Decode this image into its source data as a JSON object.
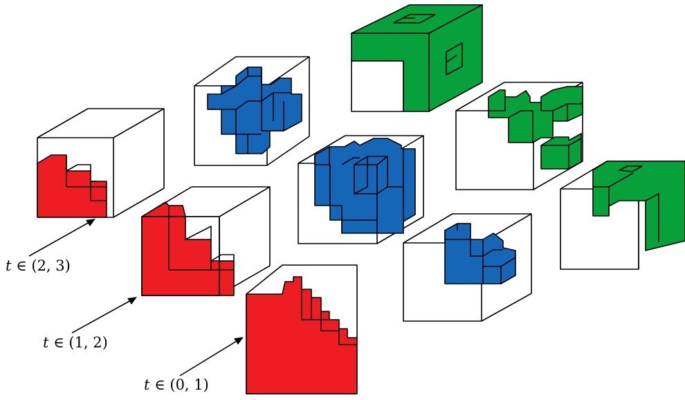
{
  "colors": {
    "red": "#ee1d23",
    "blue": "#1666b8",
    "green": "#07a13c",
    "outline": "#000000",
    "background": "#ffffff"
  },
  "labels": [
    {
      "var": "t",
      "rel": "∈",
      "interval": "(2, 3)"
    },
    {
      "var": "t",
      "rel": "∈",
      "interval": "(1, 2)"
    },
    {
      "var": "t",
      "rel": "∈",
      "interval": "(0, 1)"
    }
  ]
}
